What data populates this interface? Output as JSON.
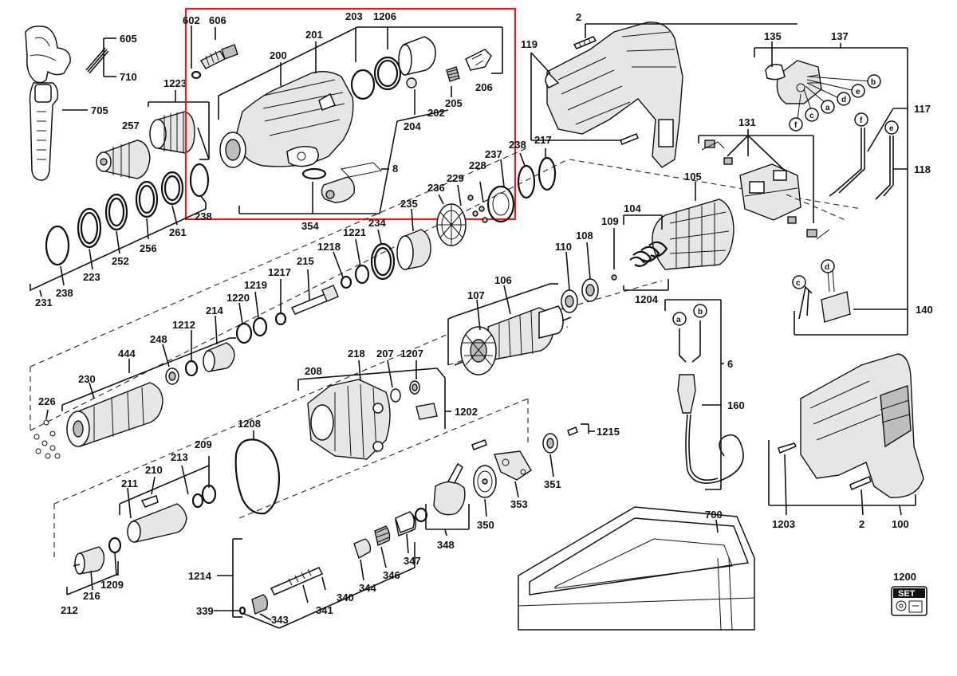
{
  "highlight_color": "#e02020",
  "labels": {
    "l605": "605",
    "l710": "710",
    "l705": "705",
    "l602": "602",
    "l606": "606",
    "l1223": "1223",
    "l257": "257",
    "l200": "200",
    "l201": "201",
    "l203": "203",
    "l1206": "1206",
    "l206": "206",
    "l205": "205",
    "l202": "202",
    "l204": "204",
    "l8": "8",
    "l354": "354",
    "l238a": "238",
    "l2a": "2",
    "l119": "119",
    "l135": "135",
    "l137": "137",
    "l117": "117",
    "l118": "118",
    "l131": "131",
    "la1": "a",
    "lb1": "b",
    "lc1": "c",
    "ld1": "d",
    "le1": "e",
    "lf1": "f",
    "lf2": "f",
    "le2": "e",
    "l237": "237",
    "l238b": "238",
    "l217": "217",
    "l228": "228",
    "l229": "229",
    "l236": "236",
    "l235": "235",
    "l234": "234",
    "l1221": "1221",
    "l1218": "1218",
    "l215": "215",
    "l1217": "1217",
    "l1219": "1219",
    "l1220": "1220",
    "l231": "231",
    "l238c": "238",
    "l223": "223",
    "l252": "252",
    "l256": "256",
    "l261": "261",
    "l105": "105",
    "l104": "104",
    "l109": "109",
    "l108": "108",
    "l110": "110",
    "l1204": "1204",
    "l106": "106",
    "l107": "107",
    "l140": "140",
    "lc2": "c",
    "ld2": "d",
    "la2": "a",
    "lb2": "b",
    "l6": "6",
    "l160": "160",
    "l214": "214",
    "l1212": "1212",
    "l248": "248",
    "l444": "444",
    "l230": "230",
    "l226": "226",
    "l218": "218",
    "l207": "207",
    "l1207": "1207",
    "l208": "208",
    "l1202": "1202",
    "l1215": "1215",
    "l351": "351",
    "l353": "353",
    "l350": "350",
    "l348": "348",
    "l1208": "1208",
    "l209": "209",
    "l213": "213",
    "l210": "210",
    "l211": "211",
    "l1203": "1203",
    "l2b": "2",
    "l100": "100",
    "l1209": "1209",
    "l216": "216",
    "l212": "212",
    "l1214": "1214",
    "l344": "344",
    "l346": "346",
    "l347": "347",
    "l340": "340",
    "l341": "341",
    "l339": "339",
    "l343": "343",
    "l700": "700",
    "l1200": "1200",
    "lset": "SET"
  }
}
